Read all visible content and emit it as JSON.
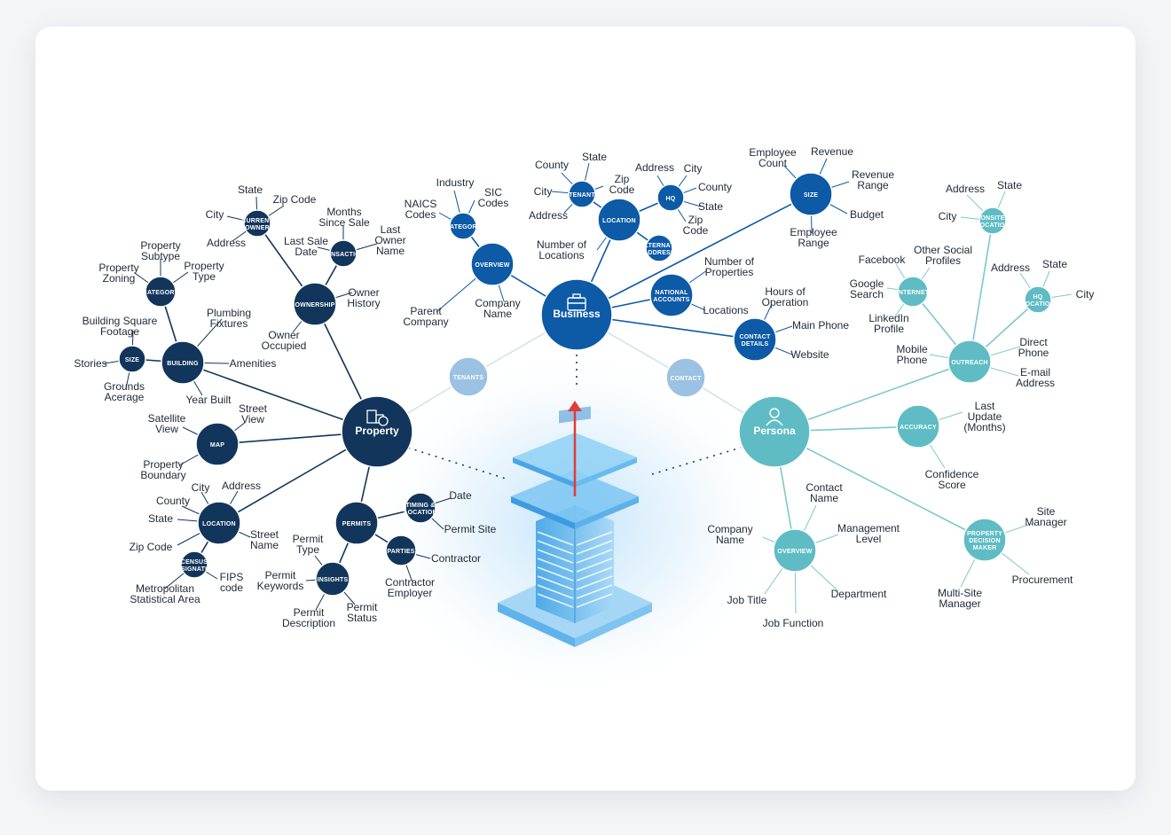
{
  "colors": {
    "property": "#12355b",
    "business": "#0d5aa7",
    "persona": "#5fbcc4",
    "tenants": "#9bc1e3",
    "contact": "#9bc1e3",
    "arrow": "#e23b3b",
    "line_dark": "#12355b",
    "line_light": "#7fc7cd"
  },
  "hubs": {
    "property": "Property",
    "business": "Business",
    "persona": "Persona",
    "tenants": "TENANTS",
    "contact": "CONTACT"
  },
  "property": {
    "ownership": "OWNERSHIP",
    "current_owner": [
      "CURRENT",
      "OWNER"
    ],
    "transactions": "TRANSACTIONS",
    "category": "CATEGORY",
    "building": "BUILDING",
    "size": "SIZE",
    "map": "MAP",
    "location": "LOCATION",
    "census": [
      "CENSUS",
      "DESIGNATION"
    ],
    "permits": "PERMITS",
    "timing_location": [
      "TIMING &",
      "LOCATION"
    ],
    "parties": "PARTIES",
    "insights": "INSIGHTS",
    "labels": {
      "co_state": "State",
      "co_zip": "Zip Code",
      "co_city": "City",
      "co_address": "Address",
      "tr_months": [
        "Months",
        "Since Sale"
      ],
      "tr_last_sale": [
        "Last Sale",
        "Date"
      ],
      "tr_last_owner": [
        "Last",
        "Owner",
        "Name"
      ],
      "own_history": [
        "Owner",
        "History"
      ],
      "own_occupied": [
        "Owner",
        "Occupied"
      ],
      "cat_subtype": [
        "Property",
        "Subtype"
      ],
      "cat_zoning": [
        "Property",
        "Zoning"
      ],
      "cat_type": [
        "Property",
        "Type"
      ],
      "bld_plumbing": [
        "Plumbing",
        "Fixtures"
      ],
      "bld_amenities": "Amenities",
      "bld_year": "Year Built",
      "size_bsf": [
        "Building Square",
        "Footage"
      ],
      "size_stories": "Stories",
      "size_acreage": [
        "Grounds",
        "Acerage"
      ],
      "map_satellite": [
        "Satellite",
        "View"
      ],
      "map_street": [
        "Street",
        "View"
      ],
      "map_boundary": [
        "Property",
        "Boundary"
      ],
      "loc_city": "City",
      "loc_address": "Address",
      "loc_county": "County",
      "loc_state": "State",
      "loc_street": [
        "Street",
        "Name"
      ],
      "loc_zip": "Zip Code",
      "cen_fips": [
        "FIPS",
        "code"
      ],
      "cen_msa": [
        "Metropolitan",
        "Statistical Area"
      ],
      "tl_date": "Date",
      "tl_site": "Permit Site",
      "pa_contractor": "Contractor",
      "pa_employer": [
        "Contractor",
        "Employer"
      ],
      "in_type": [
        "Permit",
        "Type"
      ],
      "in_keywords": [
        "Permit",
        "Keywords"
      ],
      "in_desc": [
        "Permit",
        "Description"
      ],
      "in_status": [
        "Permit",
        "Status"
      ]
    }
  },
  "business": {
    "overview": "OVERVIEW",
    "category": "CATEGORY",
    "location": "LOCATION",
    "tenant": "TENANT",
    "hq": "HQ",
    "alternate": [
      "ALTERNATE",
      "ADDRESS"
    ],
    "size": "SIZE",
    "national": [
      "NATIONAL",
      "ACCOUNTS"
    ],
    "contact_details": [
      "CONTACT",
      "DETAILS"
    ],
    "labels": {
      "ov_parent": [
        "Parent",
        "Company"
      ],
      "ov_company": [
        "Company",
        "Name"
      ],
      "cat_industry": "Industry",
      "cat_sic": [
        "SIC",
        "Codes"
      ],
      "cat_naics": [
        "NAICS",
        "Codes"
      ],
      "loc_num": [
        "Number of",
        "Locations"
      ],
      "ten_county": "County",
      "ten_state": "State",
      "ten_city": "City",
      "ten_zip": [
        "Zip",
        "Code"
      ],
      "ten_address": "Address",
      "hq_address": "Address",
      "hq_city": "City",
      "hq_county": "County",
      "hq_state": "State",
      "hq_zip": [
        "Zip",
        "Code"
      ],
      "sz_emp_count": [
        "Employee",
        "Count"
      ],
      "sz_revenue": "Revenue",
      "sz_rev_range": [
        "Revenue",
        "Range"
      ],
      "sz_budget": "Budget",
      "sz_emp_range": [
        "Employee",
        "Range"
      ],
      "na_num_props": [
        "Number of",
        "Properties"
      ],
      "na_locations": "Locations",
      "cd_hours": [
        "Hours of",
        "Operation"
      ],
      "cd_phone": "Main Phone",
      "cd_website": "Website"
    }
  },
  "persona": {
    "outreach": "OUTREACH",
    "onsite": [
      "ONSITE",
      "LOCATION"
    ],
    "internet": "INTERNET",
    "hq_location": [
      "HQ",
      "LOCATION"
    ],
    "accuracy": "ACCURACY",
    "overview": "OVERVIEW",
    "pdm": [
      "PROPERTY",
      "DECISION",
      "MAKER"
    ],
    "labels": {
      "os_address": "Address",
      "os_state": "State",
      "os_city": "City",
      "in_facebook": "Facebook",
      "in_other": [
        "Other Social",
        "Profiles"
      ],
      "in_google": [
        "Google",
        "Search"
      ],
      "in_linkedin": [
        "LinkedIn",
        "Profile"
      ],
      "hq_address": "Address",
      "hq_state": "State",
      "hq_city": "City",
      "or_mobile": [
        "Mobile",
        "Phone"
      ],
      "or_direct": [
        "Direct",
        "Phone"
      ],
      "or_email": [
        "E-mail",
        "Address"
      ],
      "ac_last": [
        "Last",
        "Update",
        "(Months)"
      ],
      "ac_conf": [
        "Confidence",
        "Score"
      ],
      "ov_contact": [
        "Contact",
        "Name"
      ],
      "ov_company": [
        "Company",
        "Name"
      ],
      "ov_mgmt": [
        "Management",
        "Level"
      ],
      "ov_job_title": "Job Title",
      "ov_dept": "Department",
      "ov_job_func": "Job Function",
      "pdm_site": [
        "Site",
        "Manager"
      ],
      "pdm_proc": "Procurement",
      "pdm_multi": [
        "Multi-Site",
        "Manager"
      ]
    }
  }
}
